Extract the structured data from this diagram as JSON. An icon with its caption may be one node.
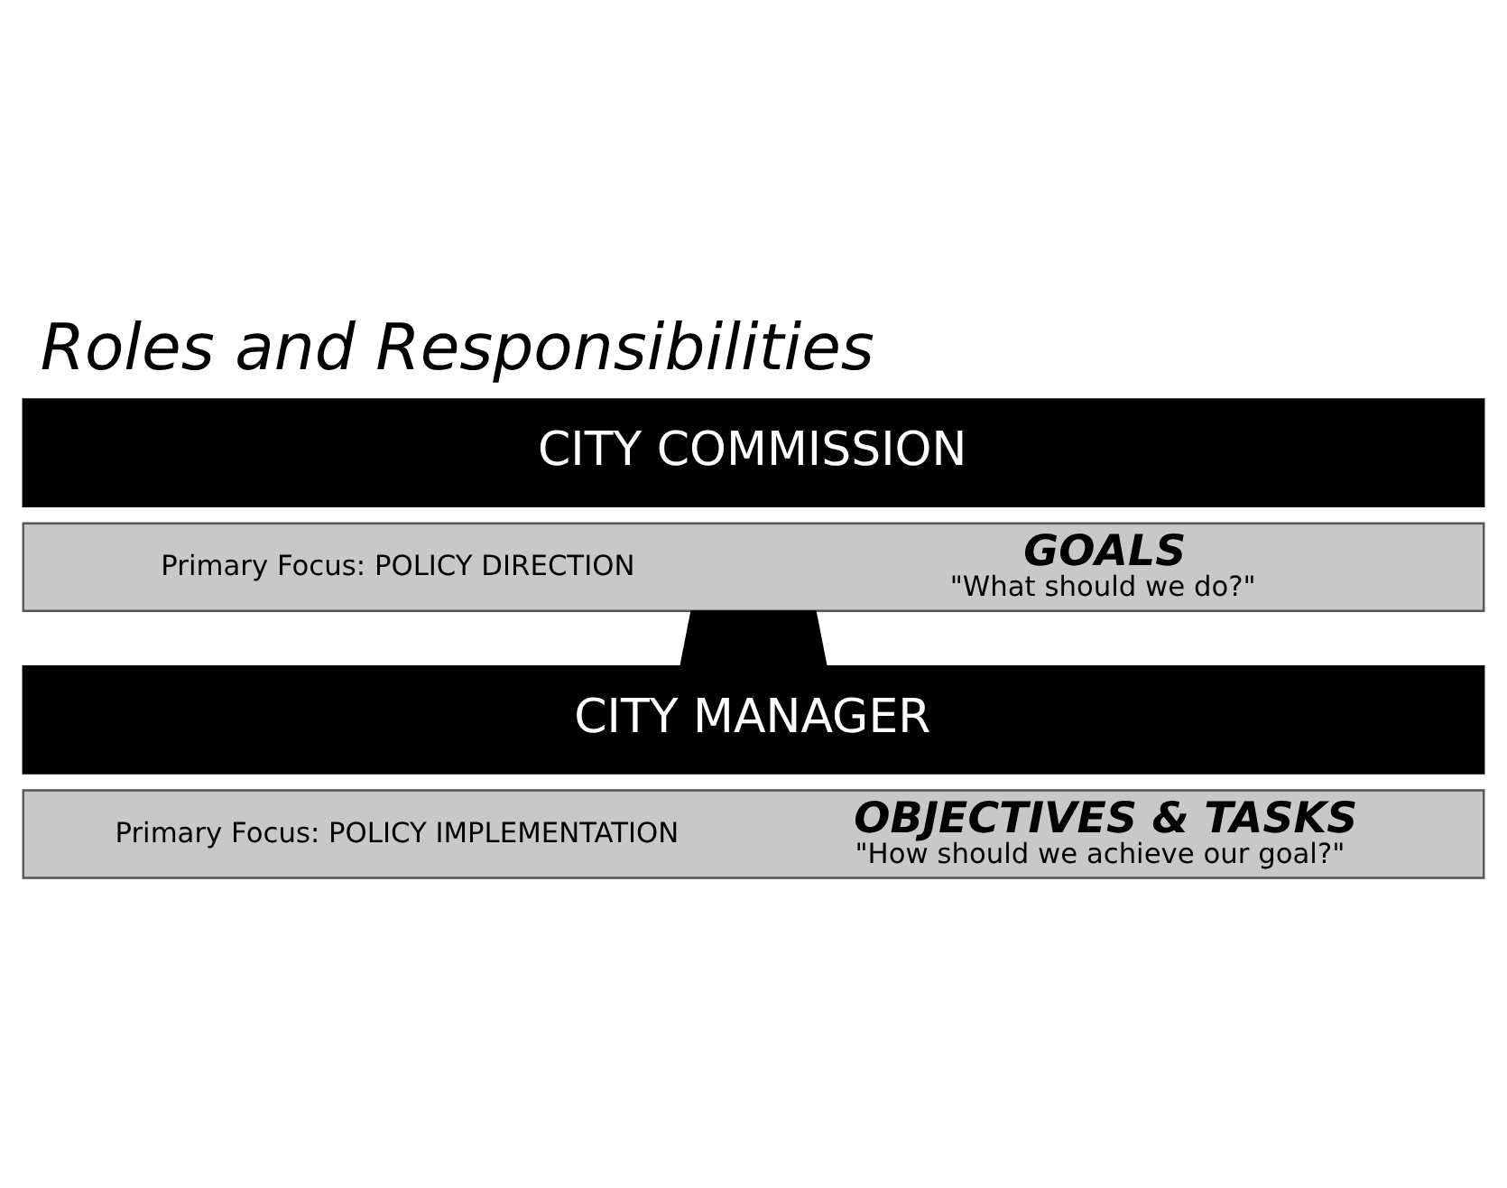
{
  "diagram": {
    "title": "Roles and Responsibilities",
    "nodes": [
      {
        "text": [
          "CITY COMMISSION"
        ]
      },
      {
        "text": [
          "Primary Focus: POLICY DIRECTION",
          "GOALS",
          "\"What should we do?\""
        ]
      },
      {
        "text": [
          "CITY MANAGER"
        ]
      },
      {
        "text": [
          "Primary Focus: POLICY IMPLEMENTATION",
          "OBJECTIVES & TASKS",
          "\"How should we achieve our goal?\""
        ]
      }
    ],
    "edges": [
      {
        "from": 1,
        "to": 2,
        "arrow": "to",
        "style": "thick"
      }
    ]
  }
}
